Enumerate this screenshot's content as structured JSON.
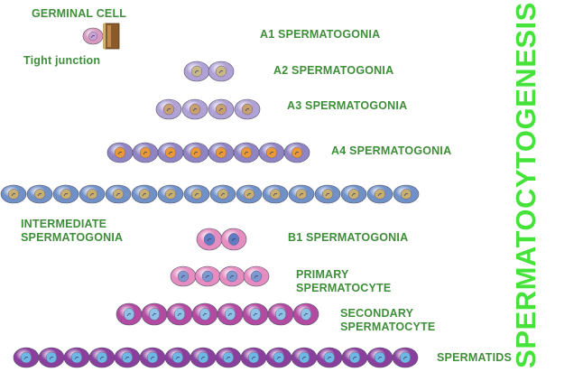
{
  "title": "SPERMATOCYTOGENESIS",
  "germinal_cell": {
    "label": "GERMINAL CELL",
    "tight_junction_label": "Tight junction"
  },
  "stages": [
    {
      "id": "a1",
      "label_lines": [
        "A1 SPERMATOGONIA"
      ],
      "cell_count": 1,
      "cell_color": "#d99ac0",
      "nucleus_color": "#c9a3d6"
    },
    {
      "id": "a2",
      "label_lines": [
        "A2 SPERMATOGONIA"
      ],
      "cell_count": 2,
      "cell_color": "#b0a2d6",
      "nucleus_color": "#c8b888"
    },
    {
      "id": "a3",
      "label_lines": [
        "A3 SPERMATOGONIA"
      ],
      "cell_count": 4,
      "cell_color": "#b0a2d6",
      "nucleus_color": "#c8a070"
    },
    {
      "id": "a4",
      "label_lines": [
        "A4 SPERMATOGONIA"
      ],
      "cell_count": 8,
      "cell_color": "#8f84c4",
      "nucleus_color": "#e89a3a"
    },
    {
      "id": "intermediate",
      "label_lines": [
        "INTERMEDIATE",
        "SPERMATOGONIA"
      ],
      "cell_count": 16,
      "cell_color": "#6f91c8",
      "nucleus_color": "#c8b070"
    },
    {
      "id": "b1",
      "label_lines": [
        "B1 SPERMATOGONIA"
      ],
      "cell_count": 2,
      "cell_color": "#e58cc0",
      "nucleus_color": "#5f7cc4"
    },
    {
      "id": "primary",
      "label_lines": [
        "PRIMARY",
        "SPERMATOCYTE"
      ],
      "cell_count": 4,
      "cell_color": "#e58cc0",
      "nucleus_color": "#7d9ad0"
    },
    {
      "id": "secondary",
      "label_lines": [
        "SECONDARY",
        "SPERMATOCYTE"
      ],
      "cell_count": 8,
      "cell_color": "#b14aa0",
      "nucleus_color": "#8ec2e6"
    },
    {
      "id": "spermatids",
      "label_lines": [
        "SPERMATIDS"
      ],
      "cell_count": 16,
      "cell_color": "#8a3f9c",
      "nucleus_color": "#6fb8e6"
    }
  ]
}
